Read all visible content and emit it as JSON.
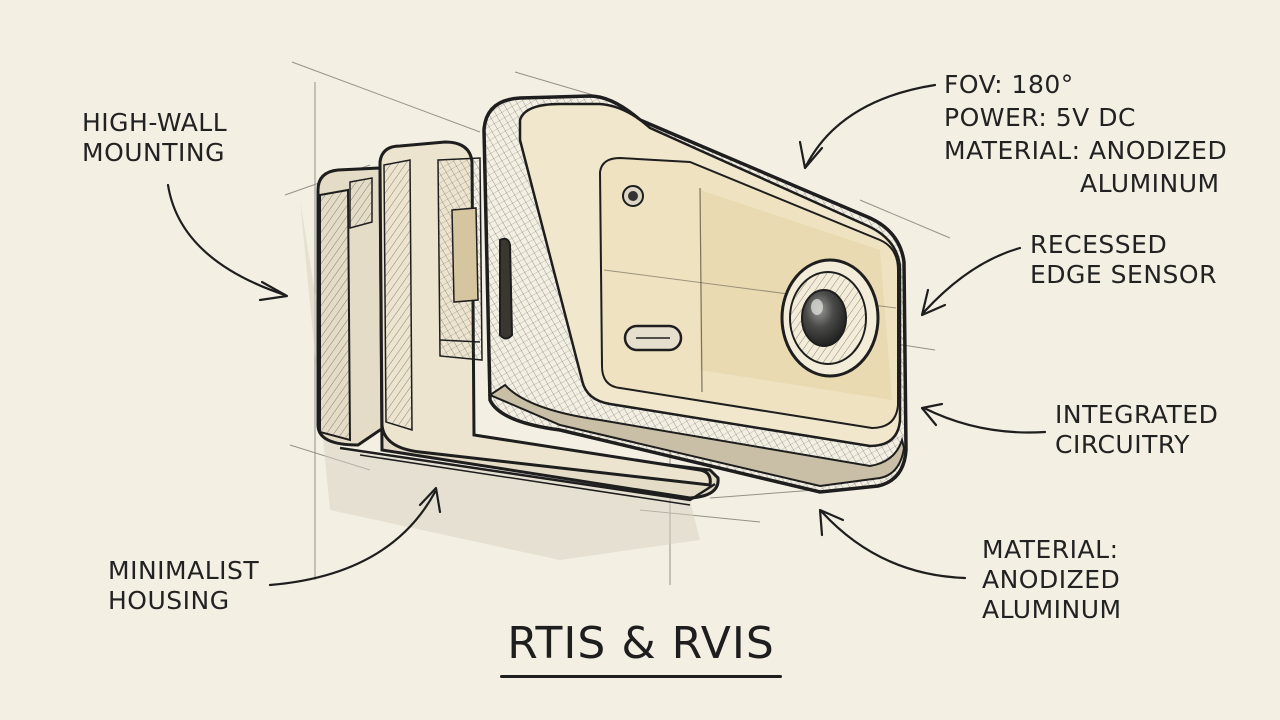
{
  "diagram": {
    "title": "RTIS & RVIS",
    "callouts": {
      "high_wall": [
        "HIGH-WALL",
        "MOUNTING"
      ],
      "minimalist": [
        "MINIMALIST",
        "HOUSING"
      ],
      "specs": {
        "fov": "FOV: 180°",
        "power": "POWER: 5V DC",
        "material_1": "MATERIAL: ANODIZED",
        "material_2": "ALUMINUM"
      },
      "sensor": [
        "RECESSED",
        "EDGE SENSOR"
      ],
      "circuitry": [
        "INTEGRATED",
        "CIRCUITRY"
      ],
      "material_bottom": [
        "MATERIAL:",
        "ANODIZED",
        "ALUMINUM"
      ]
    }
  },
  "colors": {
    "paper": "#f3efe3",
    "ink": "#222222",
    "wash": "#e9dcbc"
  }
}
